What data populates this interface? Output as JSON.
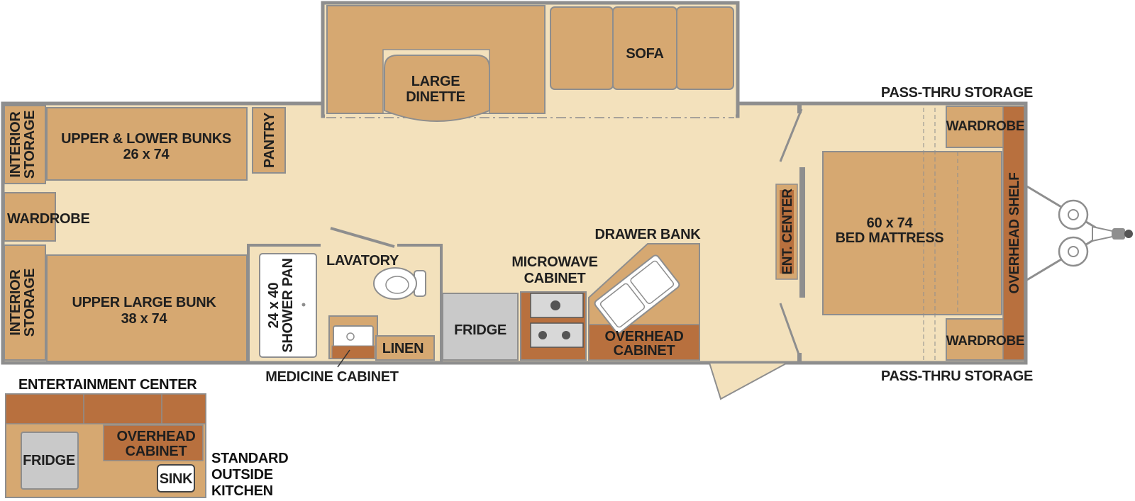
{
  "floorplan": {
    "colors": {
      "floor": "#F3E1BC",
      "cabinet": "#D6A871",
      "dark_cabinet": "#B8703E",
      "wall": "#8E8E8E",
      "fridge": "#C9C9C9",
      "text": "#1f1f1f"
    },
    "rooms": {
      "interior_storage_top": "INTERIOR STORAGE",
      "interior_storage_bottom": "INTERIOR STORAGE",
      "bunks_top": "UPPER & LOWER BUNKS",
      "bunks_top_size": "26 x 74",
      "pantry": "PANTRY",
      "wardrobe_left": "WARDROBE",
      "bunk_bottom": "UPPER LARGE BUNK",
      "bunk_bottom_size": "38 x 74",
      "shower_line1": "24 x 40",
      "shower_line2": "SHOWER PAN",
      "lavatory": "LAVATORY",
      "linen": "LINEN",
      "medicine_cabinet": "MEDICINE CABINET",
      "fridge_main": "FRIDGE",
      "microwave_line1": "MICROWAVE",
      "microwave_line2": "CABINET",
      "drawer_bank": "DRAWER BANK",
      "overhead_line1": "OVERHEAD",
      "overhead_line2": "CABINET",
      "dinette_line1": "LARGE",
      "dinette_line2": "DINETTE",
      "sofa": "SOFA",
      "ent_center": "ENT. CENTER",
      "bed_line1": "60 x 74",
      "bed_line2": "BED MATTRESS",
      "wardrobe_top": "WARDROBE",
      "wardrobe_bottom": "WARDROBE",
      "overhead_shelf": "OVERHEAD SHELF",
      "pass_thru_top": "PASS-THRU STORAGE",
      "pass_thru_bottom": "PASS-THRU STORAGE"
    },
    "outside_kitchen": {
      "title": "ENTERTAINMENT CENTER",
      "fridge": "FRIDGE",
      "overhead_line1": "OVERHEAD",
      "overhead_line2": "CABINET",
      "sink": "SINK",
      "caption_line1": "STANDARD",
      "caption_line2": "OUTSIDE",
      "caption_line3": "KITCHEN"
    }
  }
}
